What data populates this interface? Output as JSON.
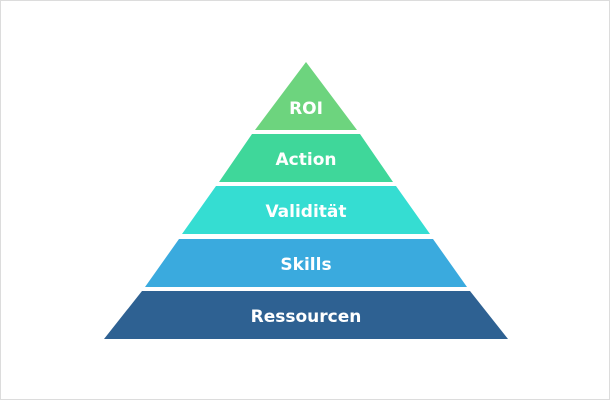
{
  "pyramid": {
    "tiers": [
      {
        "label": "ROI",
        "color": "#6dd47e"
      },
      {
        "label": "Action",
        "color": "#3fd79a"
      },
      {
        "label": "Validität",
        "color": "#35ddd2"
      },
      {
        "label": "Skills",
        "color": "#3aaade"
      },
      {
        "label": "Ressourcen",
        "color": "#2e6192"
      }
    ]
  }
}
